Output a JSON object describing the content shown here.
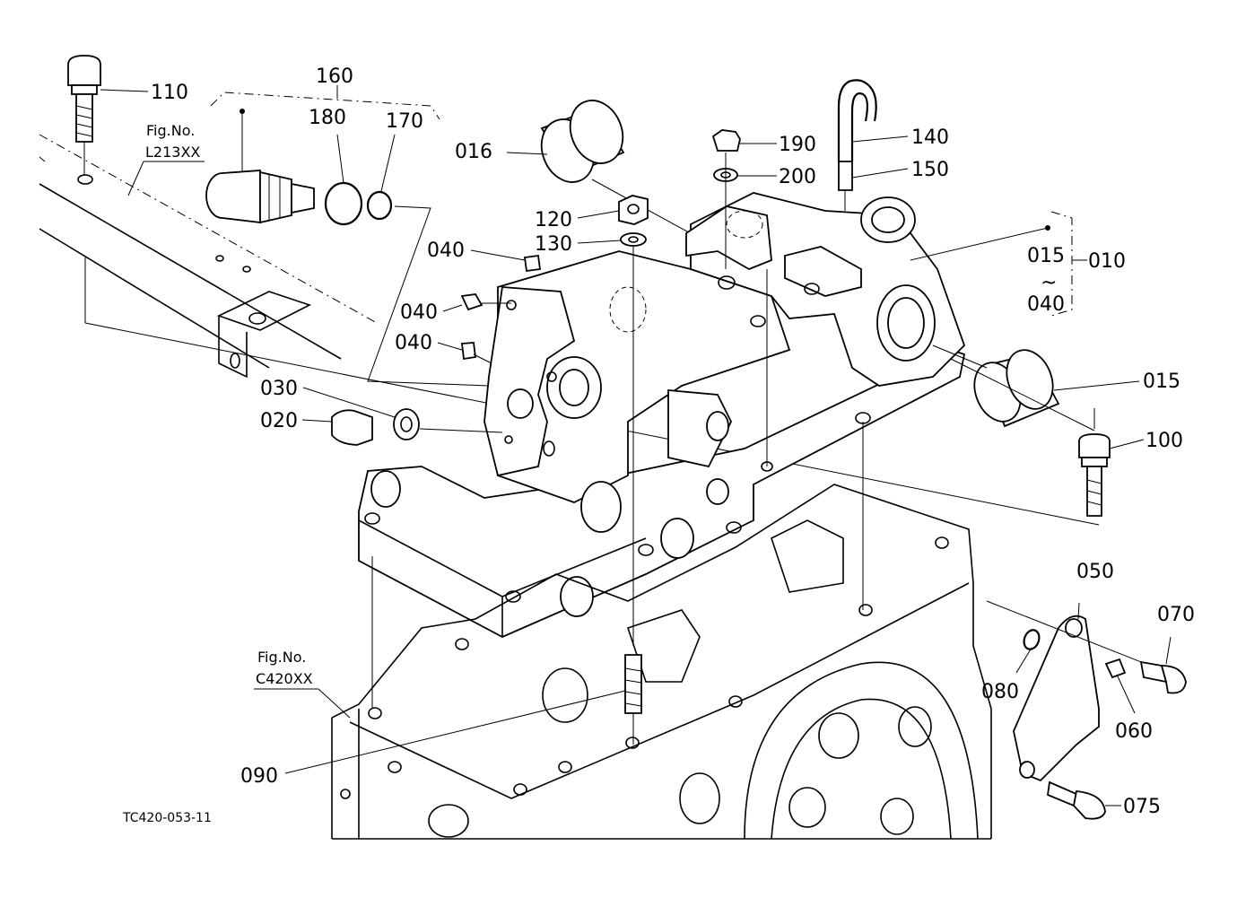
{
  "drawing_code": "TC420-053-11",
  "fig_refs": [
    {
      "id": "ref-l213",
      "caption": "Fig.No.",
      "number": "L213XX"
    },
    {
      "id": "ref-c420",
      "caption": "Fig.No.",
      "number": "C420XX"
    }
  ],
  "callouts": {
    "p110": "110",
    "p160": "160",
    "p180": "180",
    "p170": "170",
    "p016": "016",
    "p190": "190",
    "p200": "200",
    "p140": "140",
    "p150": "150",
    "p120": "120",
    "p130": "130",
    "p040a": "040",
    "p040b": "040",
    "p040c": "040",
    "p015a": "015",
    "tilde": "~",
    "p040d": "040",
    "p010": "010",
    "p015b": "015",
    "p100": "100",
    "p030": "030",
    "p020": "020",
    "p050": "050",
    "p070": "070",
    "p080": "080",
    "p060": "060",
    "p090": "090",
    "p075": "075"
  }
}
